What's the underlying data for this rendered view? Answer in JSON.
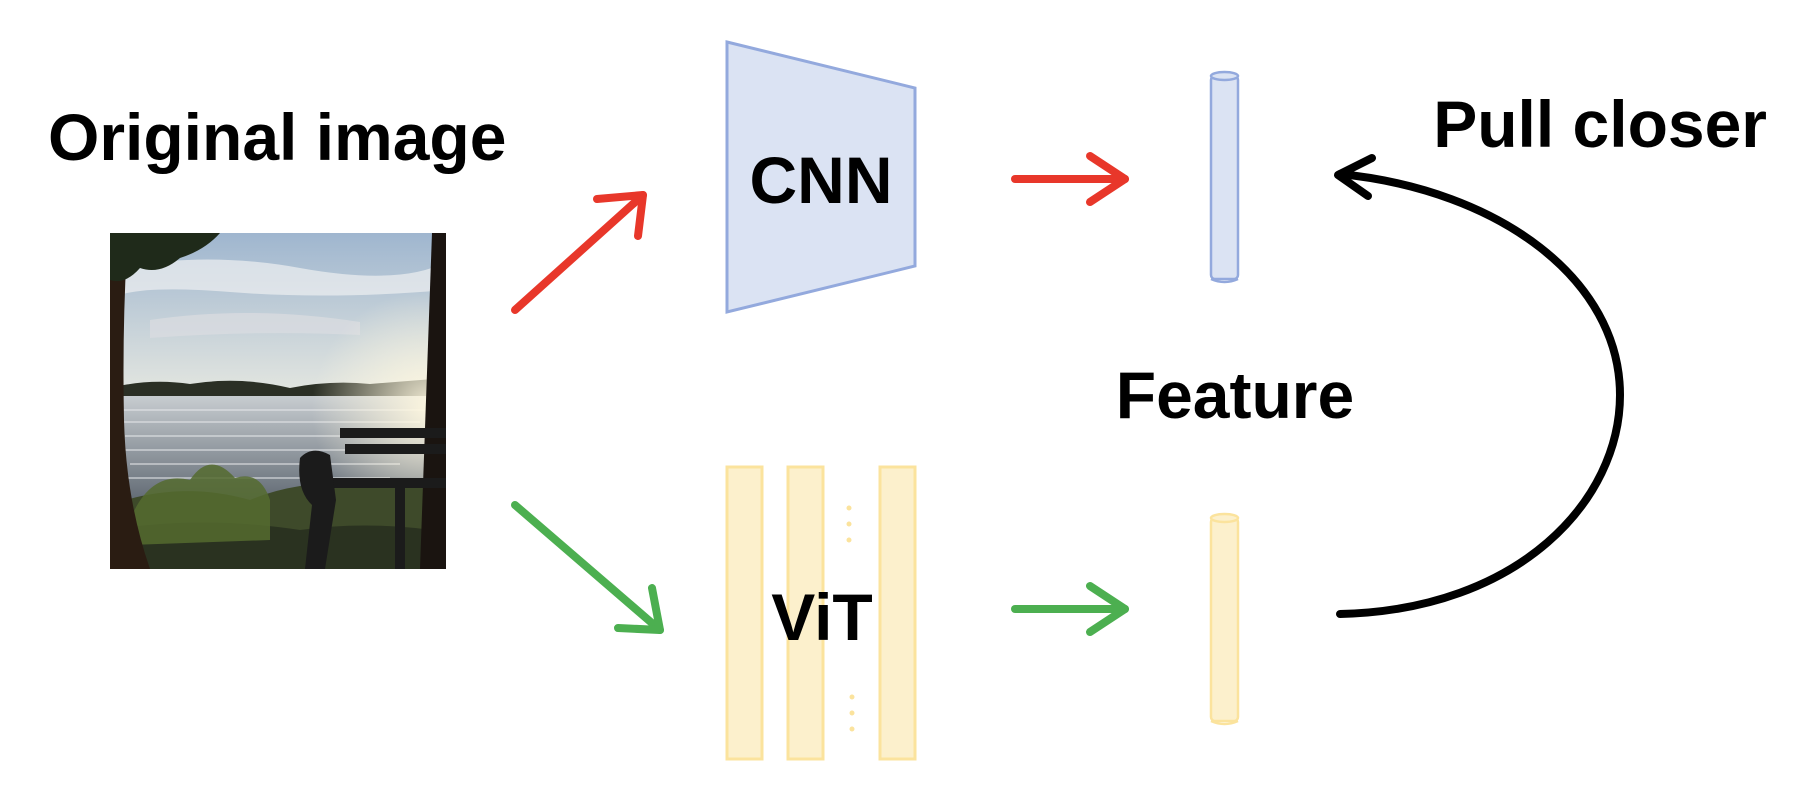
{
  "labels": {
    "original_image": "Original image",
    "cnn": "CNN",
    "vit": "ViT",
    "feature": "Feature",
    "pull_closer": "Pull closer"
  },
  "colors": {
    "cnn_fill": "#dbe3f3",
    "cnn_stroke": "#93a9dd",
    "vit_fill": "#fcf0cc",
    "vit_stroke": "#fbe39d",
    "red_arrow": "#e8372a",
    "green_arrow": "#4caf50",
    "curve": "#000000"
  },
  "photo": {
    "subject": "lakeside bench under trees at dusk"
  }
}
